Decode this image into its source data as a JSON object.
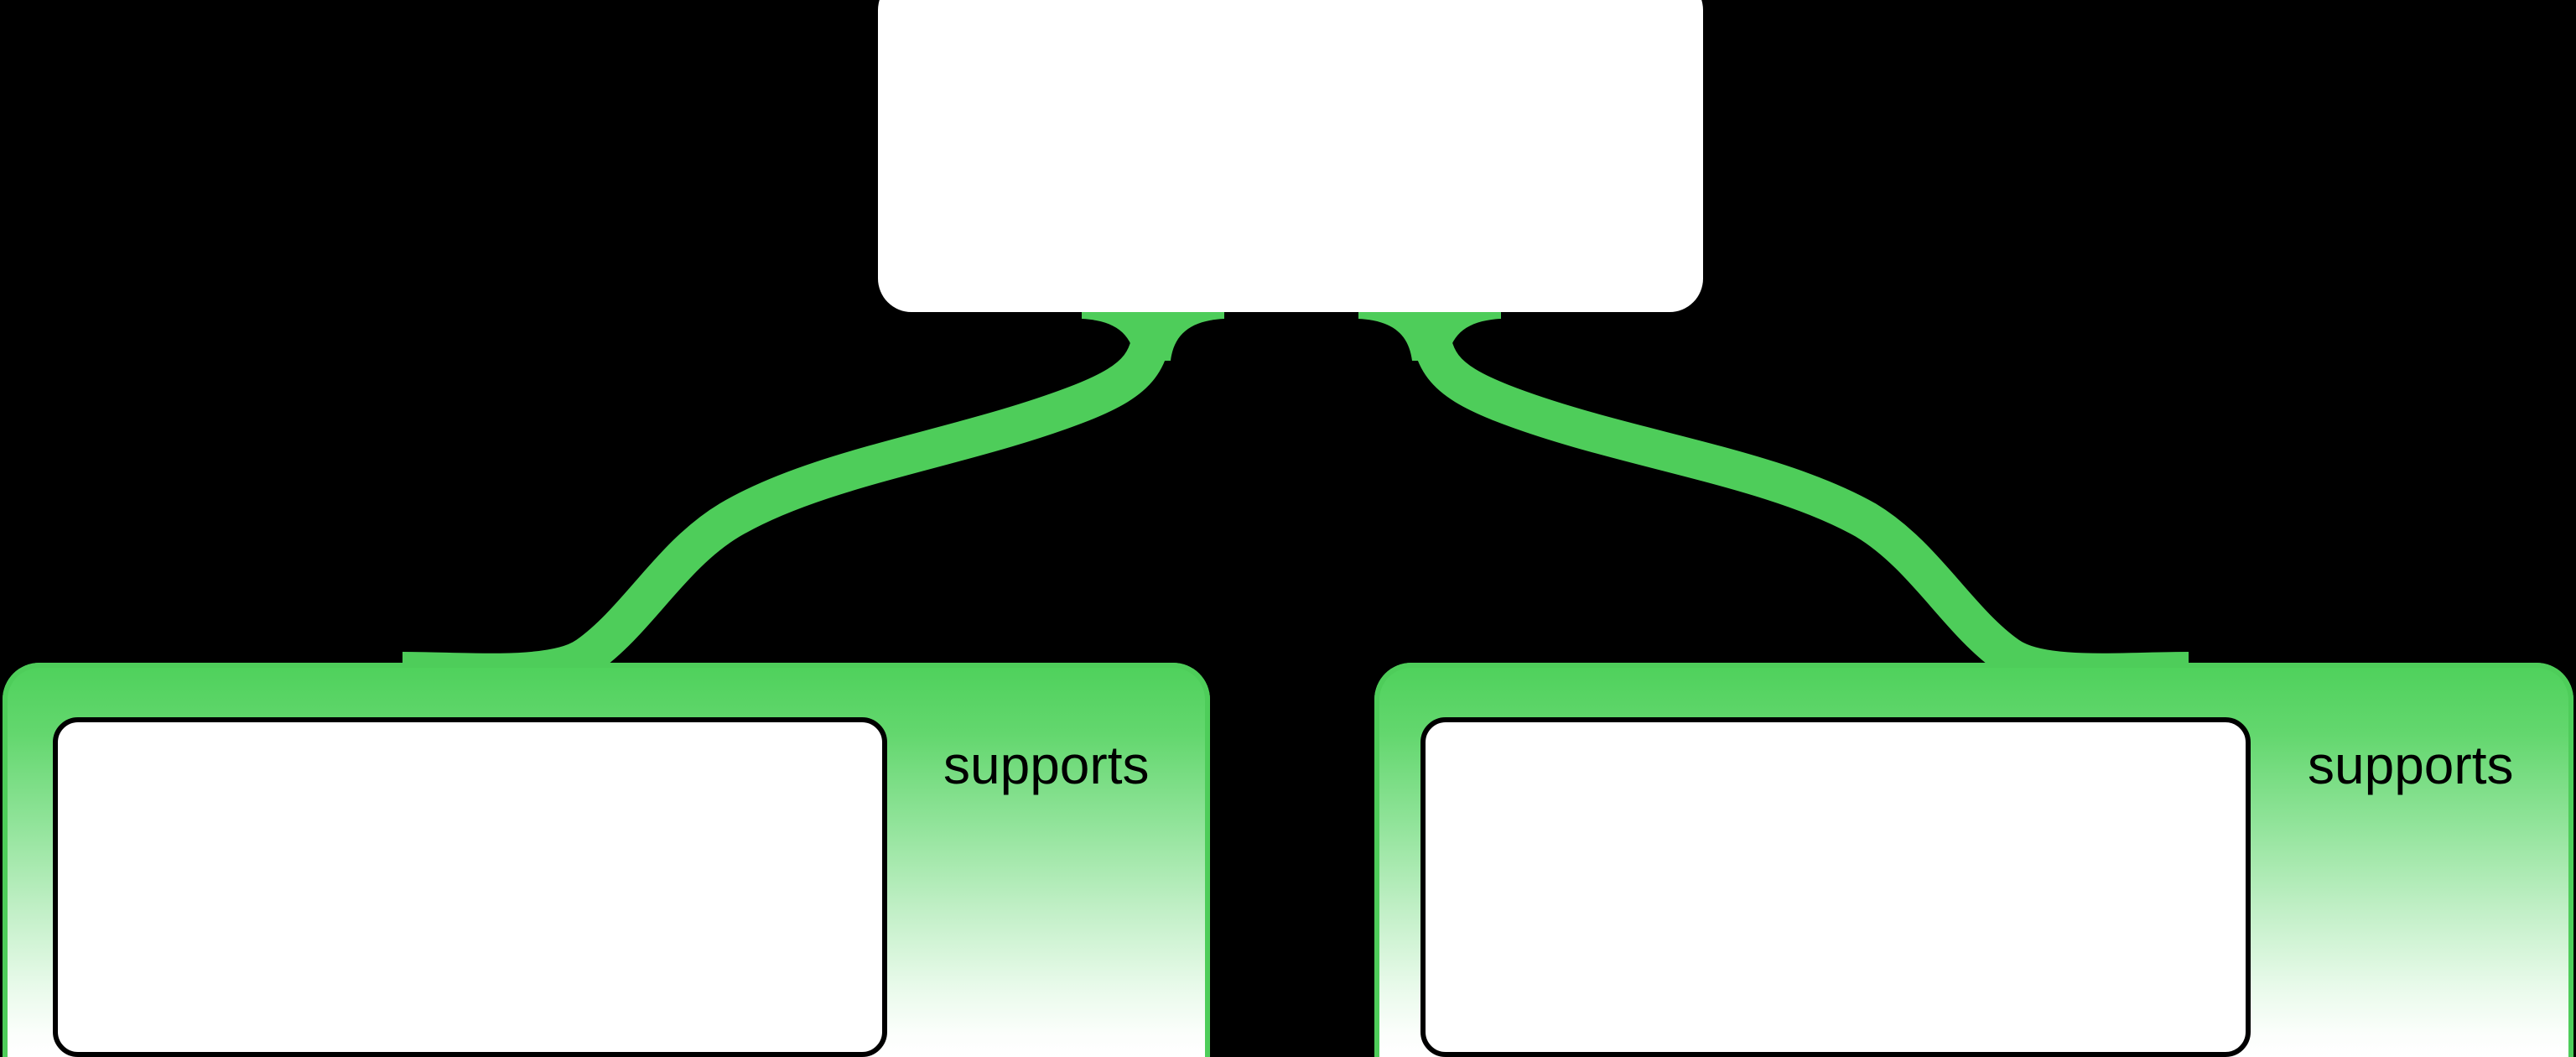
{
  "diagram": {
    "type": "tree",
    "orientation": "top-down",
    "background_color": "#000000",
    "accent_color": "#4ECD5A",
    "node_fill": "#FFFFFF",
    "node_border_color": "#000000",
    "edge_color": "#4ECD5A",
    "label_color": "#000000"
  },
  "root": {
    "label": "",
    "shape": "rounded-rectangle"
  },
  "edges": [
    {
      "id": "edge-left",
      "label": "supports",
      "from": "root",
      "to": "child-left"
    },
    {
      "id": "edge-right",
      "label": "supports",
      "from": "root",
      "to": "child-right"
    }
  ],
  "children": [
    {
      "id": "child-left",
      "label": "",
      "edge_label": "supports",
      "group_fill_top": "#4ED15B",
      "group_fill_bottom": "#FFFFFF"
    },
    {
      "id": "child-right",
      "label": "",
      "edge_label": "supports",
      "group_fill_top": "#4ED15B",
      "group_fill_bottom": "#FFFFFF"
    }
  ]
}
